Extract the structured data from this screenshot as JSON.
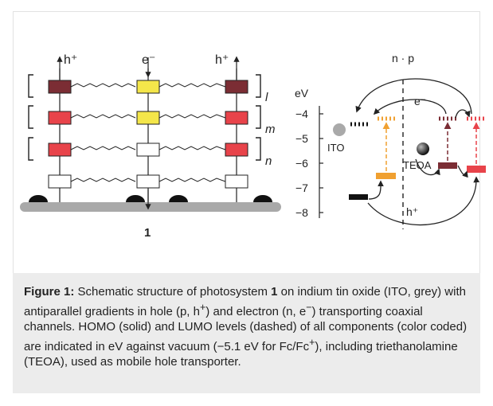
{
  "diagram": {
    "compound_number": "1",
    "label_hole_left": "h⁺",
    "label_electron": "e⁻",
    "label_hole_right": "h⁺",
    "layer_l": "l",
    "layer_m": "m",
    "layer_n": "n",
    "energy_axis_title": "eV",
    "energy_ticks": [
      "−4",
      "−5",
      "−6",
      "−7",
      "−8"
    ],
    "channel_label": "n · p",
    "electron_label": "e⁻",
    "hole_label": "h⁺",
    "ito_label": "ITO",
    "teoa_label": "TEOA",
    "colors": {
      "darkred": "#7b2d34",
      "red": "#e8434a",
      "yellow": "#f4e64a",
      "orange": "#f0a030",
      "grey_substrate": "#a9a9a9"
    }
  },
  "caption": {
    "figure_label": "Figure 1:",
    "text_1": " Schematic structure of photosystem ",
    "bold_1": "1",
    "text_2": " on indium tin oxide (ITO, grey) with antiparallel gradients in hole (p, h",
    "sup_1": "+",
    "text_3": ") and electron (n, e",
    "sup_2": "−",
    "text_4": ") transporting coaxial channels. HOMO (solid) and LUMO levels (dashed) of all components (color coded) are indicated in eV against vacuum (−5.1 eV for Fc/Fc",
    "sup_3": "+",
    "text_5": "), including triethanolamine (TEOA), used as mobile hole transporter."
  }
}
